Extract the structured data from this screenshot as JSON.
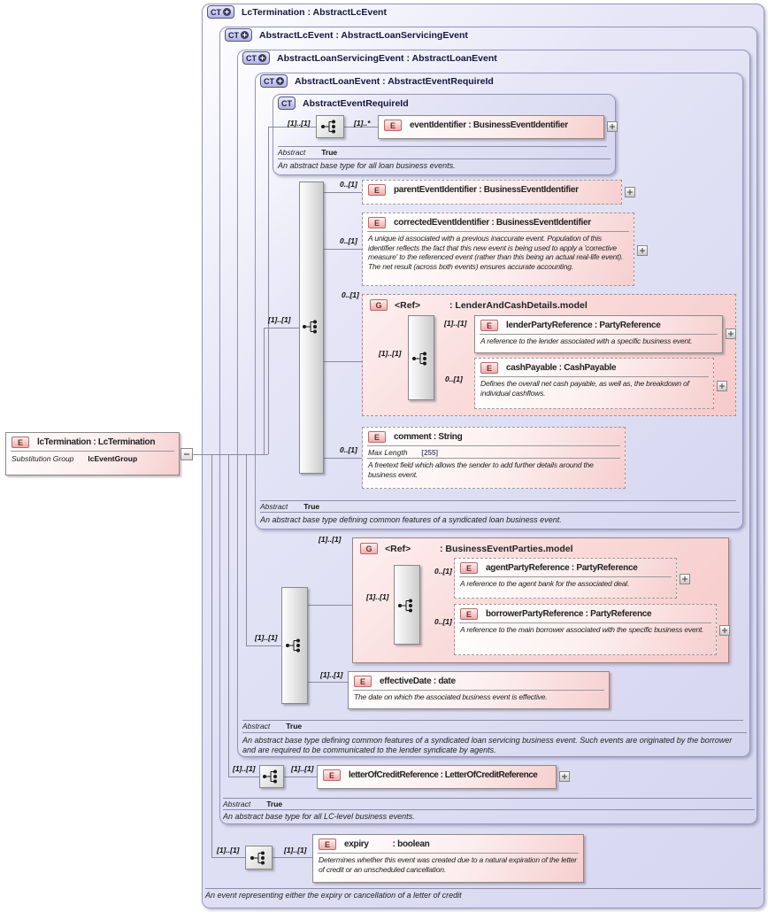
{
  "badges": {
    "ct": "CT",
    "e": "E",
    "g": "G"
  },
  "cardinality": {
    "required": "[1]..[1]",
    "optional": "0..[1]",
    "one_many": "[1]..*"
  },
  "abstract": {
    "label": "Abstract",
    "value": "True"
  },
  "global_element": {
    "title": "lcTermination : LcTermination",
    "substitution_label": "Substitution Group",
    "substitution_value": "lcEventGroup"
  },
  "types": {
    "lc_termination": {
      "title": "LcTermination : AbstractLcEvent",
      "annotation": "An event representing either the expiry or cancellation of a letter of credit"
    },
    "abstract_lc_event": {
      "title": "AbstractLcEvent : AbstractLoanServicingEvent",
      "annotation": "An abstract base type for all LC-level business events."
    },
    "abstract_loan_servicing_event": {
      "title": "AbstractLoanServicingEvent : AbstractLoanEvent",
      "annotation": "An abstract base type defining common features of a syndicated loan servicing business event. Such events are originated by the borrower and are required to be communicated to the lender syndicate by agents."
    },
    "abstract_loan_event": {
      "title": "AbstractLoanEvent : AbstractEventRequireId",
      "annotation": "An abstract base type defining common features of a syndicated loan business event."
    },
    "abstract_event_require_id": {
      "title": "AbstractEventRequireId",
      "annotation": "An abstract base type for all loan business events."
    }
  },
  "groups": {
    "lender_and_cash_details": {
      "ref": "<Ref>",
      "type": ": LenderAndCashDetails.model"
    },
    "business_event_parties": {
      "ref": "<Ref>",
      "type": ": BusinessEventParties.model"
    }
  },
  "elements": {
    "event_identifier": {
      "title": "eventIdentifier : BusinessEventIdentifier"
    },
    "parent_event_identifier": {
      "title": "parentEventIdentifier : BusinessEventIdentifier"
    },
    "corrected_event_identifier": {
      "title": "correctedEventIdentifier : BusinessEventIdentifier",
      "description": "A unique id associated with a previous inaccurate event. Population of this identifier reflects the fact that this new event is being used to apply a 'corrective measure' to the referenced event (rather than this being an actual real-life event). The net result (across both events) ensures accurate accounting."
    },
    "lender_party_reference": {
      "title": "lenderPartyReference : PartyReference",
      "description": "A reference to the lender associated with a specific business event."
    },
    "cash_payable": {
      "title": "cashPayable : CashPayable",
      "description": "Defines the overall net cash payable, as well as, the breakdown of individual cashflows."
    },
    "comment": {
      "title": "comment : String",
      "max_length_label": "Max Length",
      "max_length_value": "[255]",
      "description": "A freetext field which allows the sender to add further details around the business event."
    },
    "agent_party_reference": {
      "title": "agentPartyReference : PartyReference",
      "description": "A reference to the agent bank for the associated deal."
    },
    "borrower_party_reference": {
      "title": "borrowerPartyReference : PartyReference",
      "description": "A reference to the main borrower associated with the specific business event."
    },
    "effective_date": {
      "title": "effectiveDate : date",
      "description": "The date on which the associated business event is effective."
    },
    "letter_of_credit_reference": {
      "title": "letterOfCreditReference : LetterOfCreditReference"
    },
    "expiry": {
      "name": "expiry",
      "type": ": boolean",
      "description": "Determines whether this event was created due to a natural expiration of the letter of credit or an unscheduled cancellation."
    }
  },
  "palette": {
    "type_box": "#d6d6f0",
    "element_box": "#f6cfcf",
    "bar": "#cbcbcb",
    "line": "#8a8a9a"
  }
}
